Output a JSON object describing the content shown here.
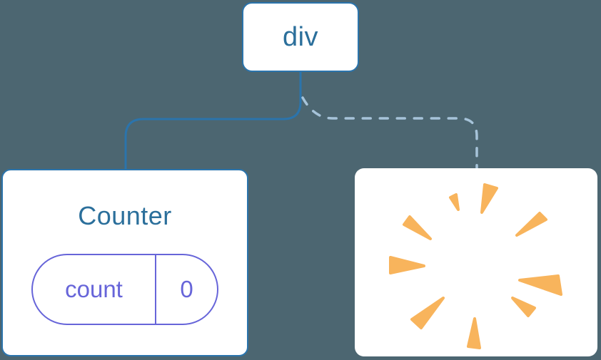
{
  "diagram": {
    "description": "React component tree diagram: div root with Counter child (solid edge) and removed child shown as poof (dashed edge)",
    "background_color": "#4C6671",
    "root_node": {
      "label": "div"
    },
    "counter_node": {
      "title": "Counter",
      "state": {
        "key": "count",
        "value": "0"
      }
    },
    "removed_node": {
      "icon": "poof-icon",
      "meaning": "component removed / unmounted burst"
    },
    "colors": {
      "node_border_blue": "#2B74AC",
      "node_text_blue": "#2B6F9B",
      "solid_edge_blue": "#2B74AC",
      "dashed_edge_light_blue": "#A6C3D9",
      "state_pill_purple": "#6765D9",
      "poof_orange": "#F8B45C",
      "card_background": "#FFFFFF"
    }
  }
}
